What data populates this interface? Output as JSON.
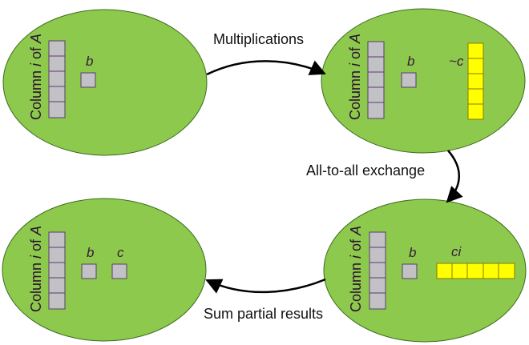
{
  "colors": {
    "ellipse_fill": "#8dc94d",
    "ellipse_stroke": "#3d6b1d",
    "gray_cell": "#c2c2c6",
    "gray_stroke": "#5a3a6a",
    "yellow_cell": "#ffff00",
    "yellow_stroke": "#8a7a00",
    "arrow": "#000000"
  },
  "arrows": {
    "multiplications": "Multiplications",
    "all_to_all": "All-to-all exchange",
    "sum_partial": "Sum partial results"
  },
  "nodes": {
    "top_left": {
      "column_label": [
        "Column ",
        "i",
        " of ",
        "A"
      ],
      "b": "b"
    },
    "top_right": {
      "column_label": [
        "Column ",
        "i",
        " of ",
        "A"
      ],
      "b": "b",
      "c": "~c"
    },
    "bottom_right": {
      "column_label": [
        "Column ",
        "i",
        " of ",
        "A"
      ],
      "b": "b",
      "c": "ci"
    },
    "bottom_left": {
      "column_label": [
        "Column ",
        "i",
        " of ",
        "A"
      ],
      "b": "b",
      "c": "c"
    }
  }
}
